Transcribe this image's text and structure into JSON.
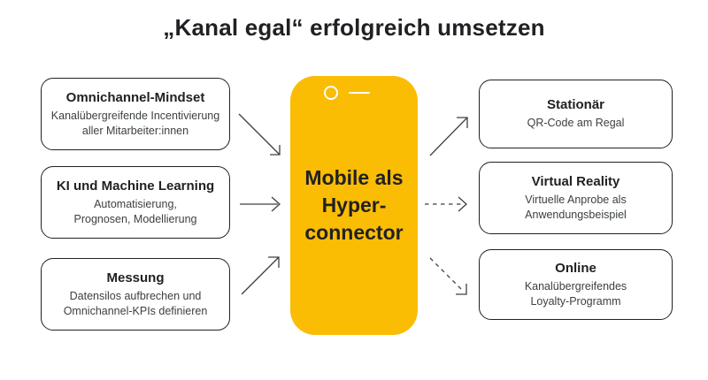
{
  "title": "„Kanal egal“ erfolgreich umsetzen",
  "colors": {
    "background": "#FFFFFF",
    "accent_yellow": "#FBBC04",
    "text_primary": "#202124",
    "text_secondary": "#3C4043",
    "box_border": "#202124",
    "arrow": "#3C4043",
    "phone_icon_stroke": "#FFFFFF"
  },
  "center": {
    "lines": [
      "Mobile als",
      "Hyper-",
      "connector"
    ],
    "icons": [
      "camera-icon",
      "speaker-icon"
    ]
  },
  "boxes": {
    "left": [
      {
        "title": "Omnichannel-Mindset",
        "body": [
          "Kanalübergreifende Incentivierung",
          "aller Mitarbeiter:innen"
        ]
      },
      {
        "title": "KI und Machine Learning",
        "body": [
          "Automatisierung,",
          "Prognosen, Modellierung"
        ]
      },
      {
        "title": "Messung",
        "body": [
          "Datensilos aufbrechen und",
          "Omnichannel-KPIs definieren"
        ]
      }
    ],
    "right": [
      {
        "title": "Stationär",
        "body": [
          "QR-Code am Regal"
        ]
      },
      {
        "title": "Virtual Reality",
        "body": [
          "Virtuelle Anprobe als",
          "Anwendungsbeispiel"
        ]
      },
      {
        "title": "Online",
        "body": [
          "Kanalübergreifendes",
          "Loyalty-Programm"
        ]
      }
    ]
  },
  "arrows": [
    {
      "from": "Omnichannel-Mindset",
      "to": "Mobile als Hyperconnector",
      "style": "solid"
    },
    {
      "from": "KI und Machine Learning",
      "to": "Mobile als Hyperconnector",
      "style": "solid"
    },
    {
      "from": "Messung",
      "to": "Mobile als Hyperconnector",
      "style": "solid"
    },
    {
      "from": "Mobile als Hyperconnector",
      "to": "Stationär",
      "style": "solid"
    },
    {
      "from": "Mobile als Hyperconnector",
      "to": "Virtual Reality",
      "style": "dashed"
    },
    {
      "from": "Mobile als Hyperconnector",
      "to": "Online",
      "style": "dashed"
    }
  ]
}
